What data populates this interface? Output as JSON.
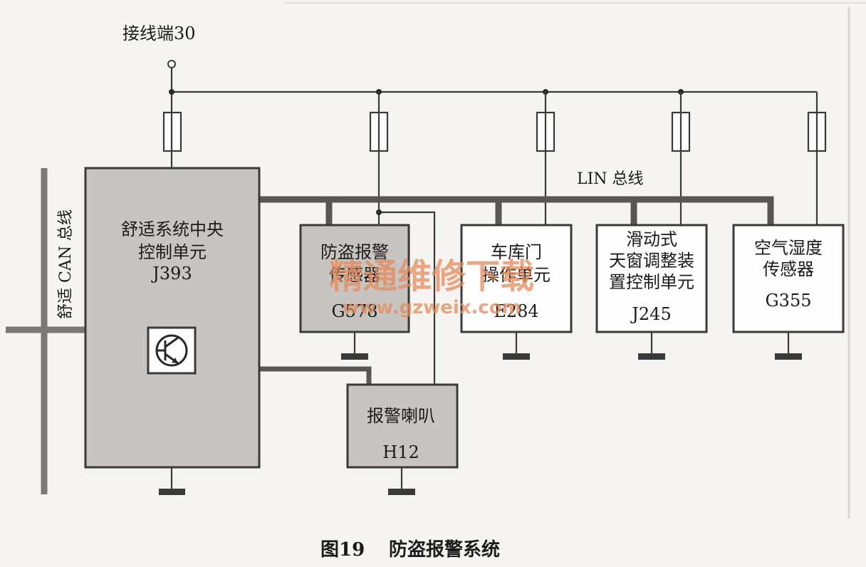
{
  "supply": {
    "label": "接线端30"
  },
  "can_bus": {
    "label": "舒适 CAN 总线"
  },
  "lin_bus": {
    "label": "LIN 总线"
  },
  "modules": [
    {
      "id": "j393",
      "lines": [
        "舒适系统中央",
        "控制单元",
        "J393"
      ]
    },
    {
      "id": "g578",
      "lines": [
        "防盗报警",
        "传感器",
        "G578"
      ]
    },
    {
      "id": "e284",
      "lines": [
        "车库门",
        "操作单元",
        "E284"
      ]
    },
    {
      "id": "j245",
      "lines": [
        "滑动式",
        "天窗调整装",
        "置控制单元",
        "J245"
      ]
    },
    {
      "id": "g355",
      "lines": [
        "空气湿度",
        "传感器",
        "G355"
      ]
    },
    {
      "id": "h12",
      "lines": [
        "报警喇叭",
        "H12"
      ]
    }
  ],
  "watermark": {
    "text": "精通维修下载",
    "url": "www.gzweix.com"
  },
  "caption": {
    "figure": "图19",
    "title": "防盗报警系统"
  },
  "colors": {
    "module_dark": "#c7c4c2",
    "module_light": "#fdfdfd",
    "bus": "#5a5655",
    "line": "#3a3a3a",
    "watermark": "#e58a5b"
  }
}
